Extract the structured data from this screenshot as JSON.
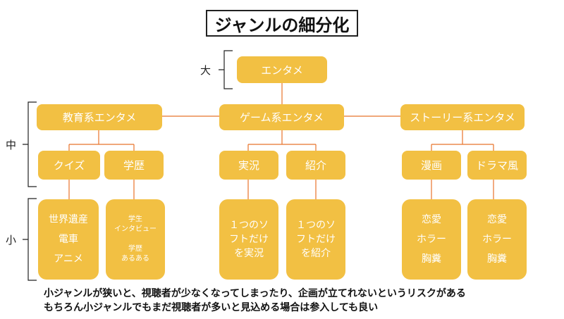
{
  "title": "ジャンルの細分化",
  "levels": {
    "large": "大",
    "medium": "中",
    "small": "小"
  },
  "root": "エンタメ",
  "mid": {
    "education": "教育系エンタメ",
    "game": "ゲーム系エンタメ",
    "story": "ストーリー系エンタメ"
  },
  "sub": {
    "quiz": "クイズ",
    "gakureki": "学歴",
    "jikkyo": "実況",
    "shokai": "紹介",
    "manga": "漫画",
    "drama": "ドラマ風"
  },
  "leaves": {
    "quiz": [
      "世界遺産",
      "電車",
      "アニメ"
    ],
    "gakureki": [
      "学生\nインタビュー",
      "学歴\nあるある"
    ],
    "jikkyo": [
      "１つのソ\nフトだけ\nを実況"
    ],
    "shokai": [
      "１つのソ\nフトだけ\nを紹介"
    ],
    "manga": [
      "恋愛",
      "ホラー",
      "胸糞"
    ],
    "drama": [
      "恋愛",
      "ホラー",
      "胸糞"
    ]
  },
  "notes": [
    "小ジャンルが狭いと、視聴者が少なくなってしまったり、企画が立てれないというリスクがある",
    "もちろん小ジャンルでもまだ視聴者が多いと見込める場合は参入しても良い"
  ],
  "colors": {
    "node": "#f2c043",
    "line": "#e8732a",
    "bracket": "#222222"
  }
}
